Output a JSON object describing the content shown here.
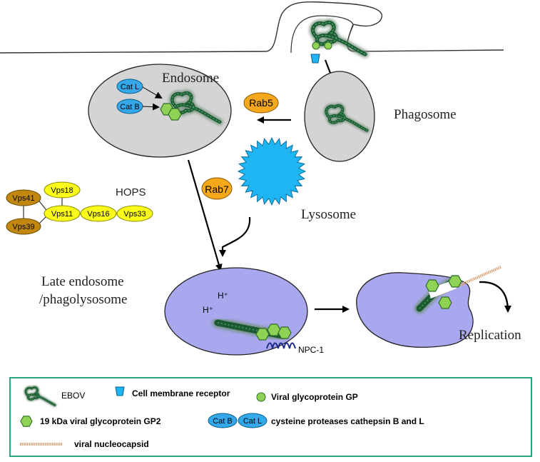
{
  "labels": {
    "endosome": "Endosome",
    "phagosome": "Phagosome",
    "lysosome": "Lysosome",
    "late_endosome_line1": "Late endosome",
    "late_endosome_line2": "/phagolysosome",
    "replication": "Replication",
    "hops": "HOPS",
    "npc1": "NPC-1",
    "h_plus_1": "H⁺",
    "h_plus_2": "H⁺"
  },
  "badges": {
    "cat_l": "Cat L",
    "cat_b": "Cat B",
    "rab5": "Rab5",
    "rab7": "Rab7"
  },
  "hops_complex": {
    "vps41": "Vps41",
    "vps39": "Vps39",
    "vps18": "Vps18",
    "vps11": "Vps11",
    "vps16": "Vps16",
    "vps33": "Vps33"
  },
  "legend": {
    "ebov": "EBOV",
    "receptor": "Cell membrane receptor",
    "gp": "Viral glycoprotein GP",
    "gp2": "19 kDa viral glycoprotein GP2",
    "cat_b_icon": "Cat B",
    "cat_l_icon": "Cat L",
    "cathepsins": "cysteine proteases cathepsin B and  L",
    "nucleocapsid": "viral nucleocapsid"
  },
  "colors": {
    "vesicle_gray": "#d4d4d4",
    "late_endosome_purple": "#a9a8ee",
    "lysosome_blue": "#1fb5f2",
    "rab_orange": "#f5a81c",
    "vps_brown": "#c2870f",
    "vps_yellow": "#fbfb1b",
    "cathepsin_blue": "#35a8ea",
    "gp_green": "#8fd255",
    "virus_green": "#1b5a31",
    "legend_border": "#2aa879",
    "nucleocapsid": "#d9a579"
  }
}
